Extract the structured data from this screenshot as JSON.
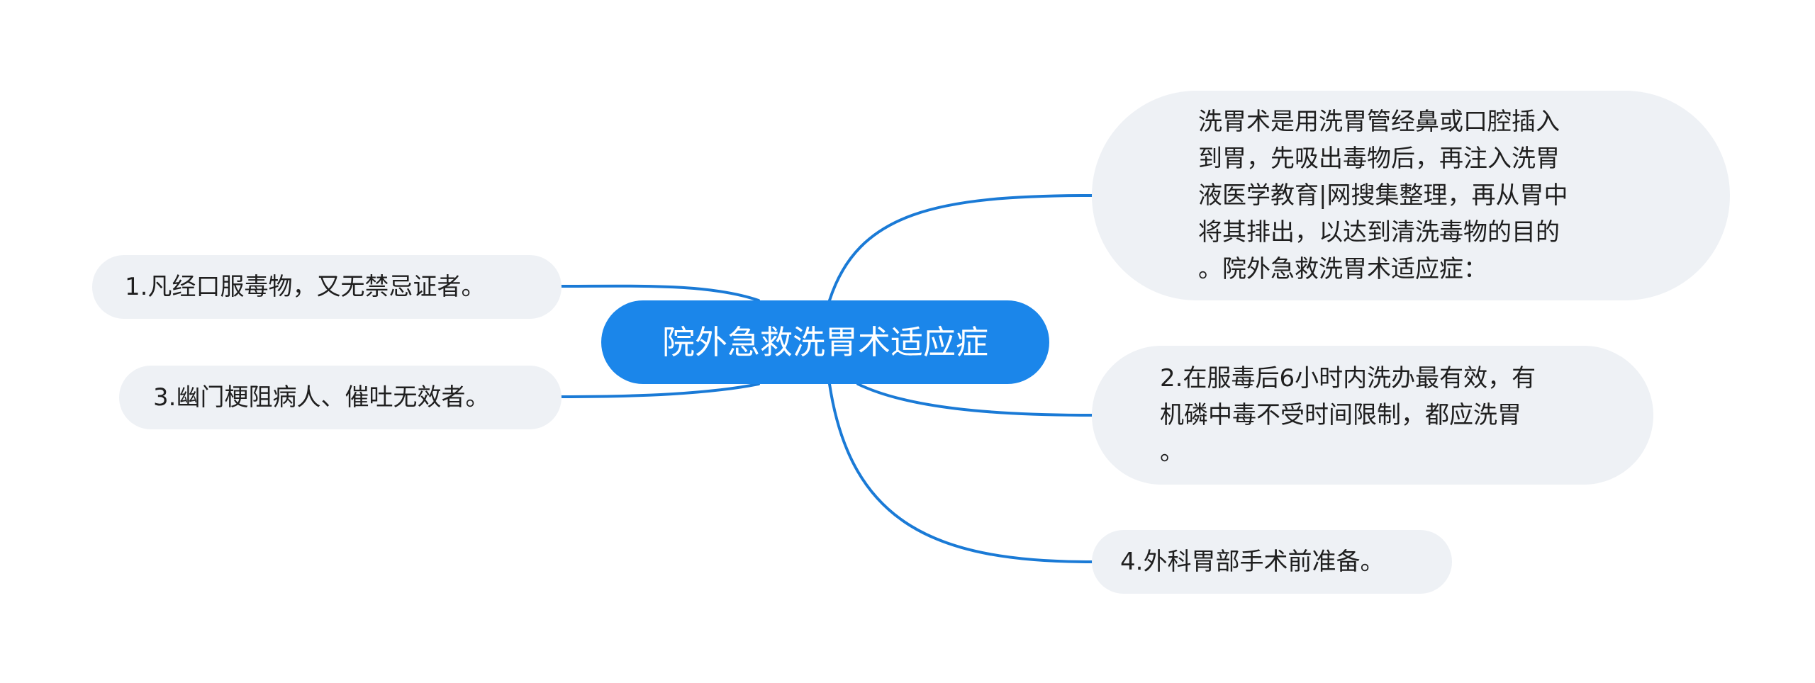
{
  "colors": {
    "root_fill": "#1b86ea",
    "node_fill": "#eef1f5",
    "link_stroke": "#1a7ad6"
  },
  "root": {
    "label": "院外急救洗胃术适应症"
  },
  "left_nodes": [
    {
      "lines": [
        "1.凡经口服毒物，又无禁忌证者。"
      ]
    },
    {
      "lines": [
        "3.幽门梗阻病人、催吐无效者。"
      ]
    }
  ],
  "right_nodes": [
    {
      "lines": [
        "洗胃术是用洗胃管经鼻或口腔插入",
        "到胃，先吸出毒物后，再注入洗胃",
        "液医学教育|网搜集整理，再从胃中",
        "将其排出，以达到清洗毒物的目的",
        "。院外急救洗胃术适应症："
      ]
    },
    {
      "lines": [
        "2.在服毒后6小时内洗办最有效，有",
        "机磷中毒不受时间限制，都应洗胃",
        "。"
      ]
    },
    {
      "lines": [
        "4.外科胃部手术前准备。"
      ]
    }
  ]
}
